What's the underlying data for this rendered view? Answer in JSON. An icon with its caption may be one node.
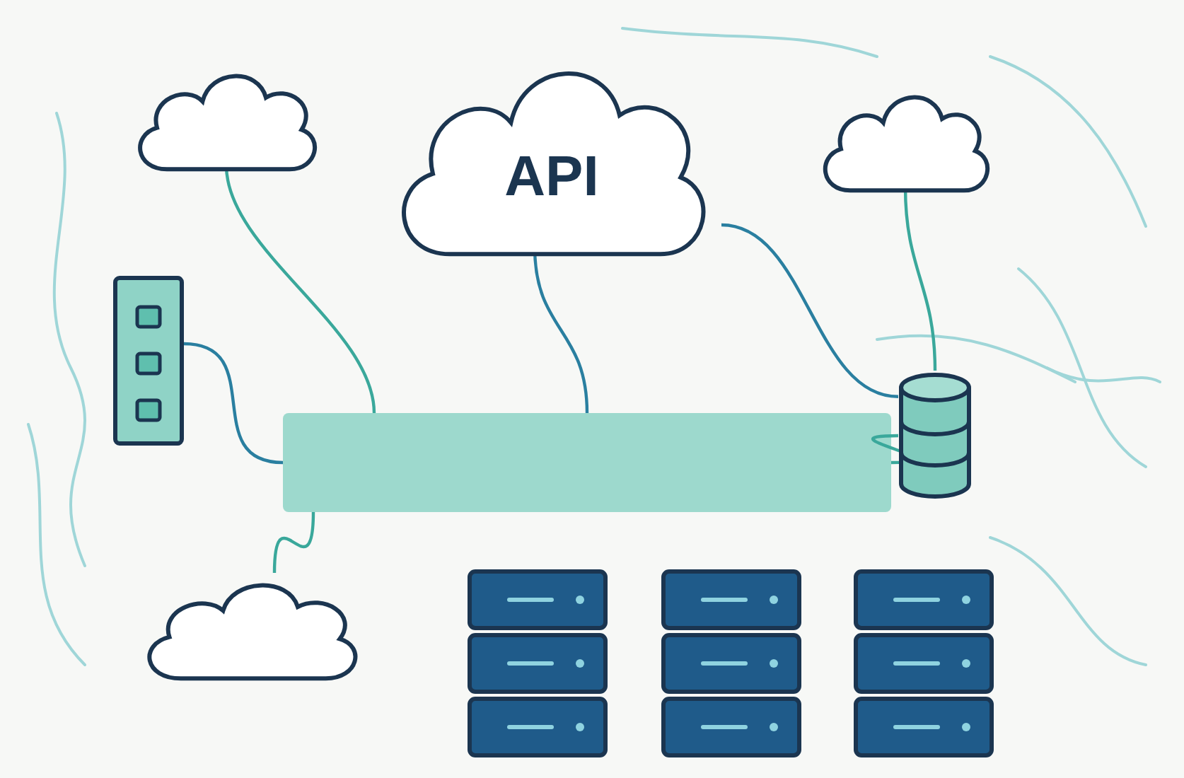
{
  "diagram": {
    "nodes": [
      {
        "text": [],
        "shape": "cloud"
      },
      {
        "text": [
          "API"
        ]
      },
      {
        "text": [],
        "shape": "cloud"
      },
      {
        "text": [],
        "shape": "box"
      },
      {
        "text": [],
        "shape": "bar"
      },
      {
        "text": [],
        "shape": "cylinder"
      },
      {
        "text": [],
        "shape": "cloud"
      },
      {
        "text": [],
        "shape": "server"
      },
      {
        "text": [],
        "shape": "server"
      },
      {
        "text": [],
        "shape": "server"
      }
    ],
    "edges": [
      {
        "from": 0,
        "to": 4,
        "arrow": "none"
      },
      {
        "from": 1,
        "to": 4,
        "arrow": "none"
      },
      {
        "from": 2,
        "to": 5,
        "arrow": "none"
      },
      {
        "from": 3,
        "to": 4,
        "arrow": "none"
      },
      {
        "from": 6,
        "to": 4,
        "arrow": "none"
      },
      {
        "from": 1,
        "to": 5,
        "arrow": "none"
      },
      {
        "from": 4,
        "to": 5,
        "arrow": "none"
      }
    ]
  }
}
